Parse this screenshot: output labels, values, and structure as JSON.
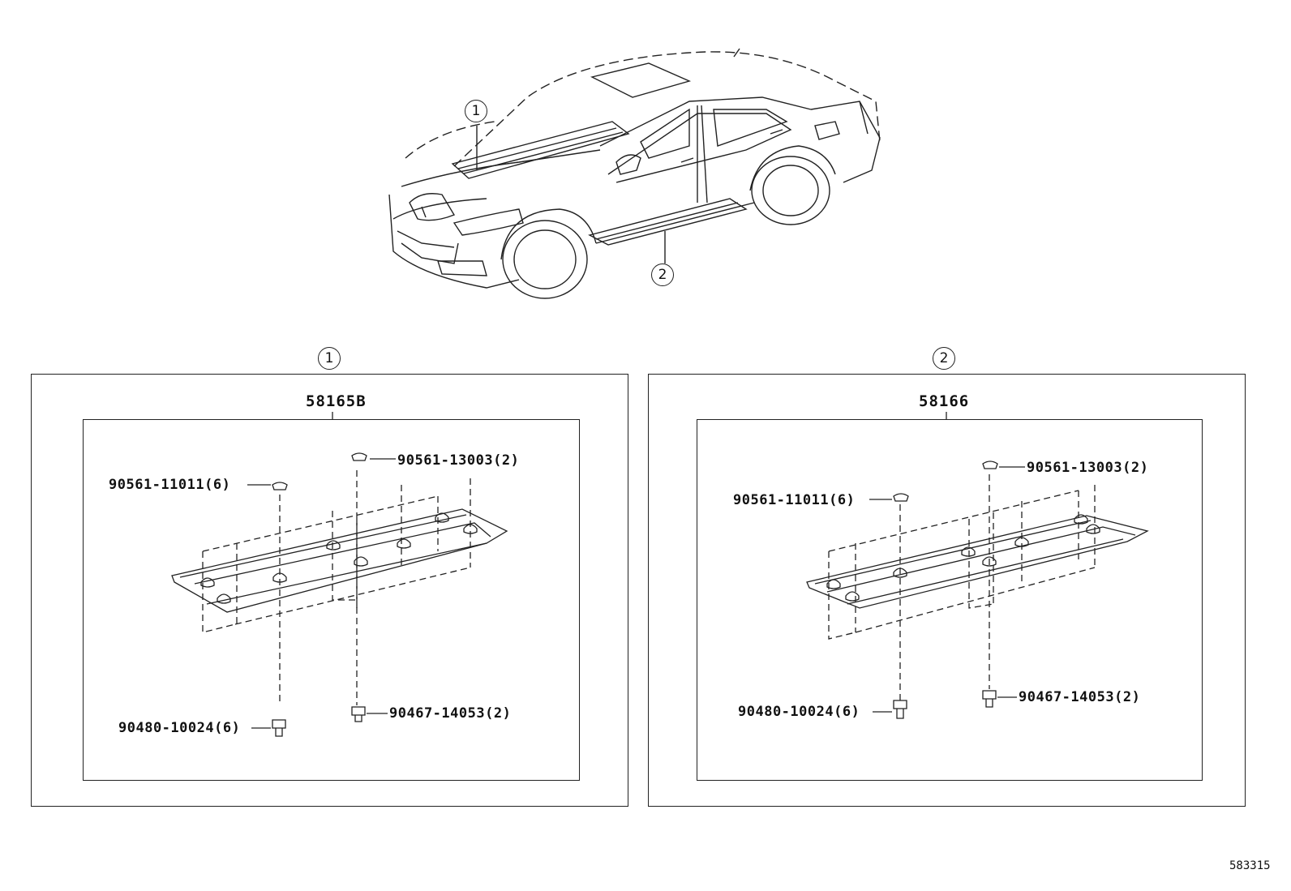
{
  "car_callouts": {
    "c1": "1",
    "c2": "2"
  },
  "panel1": {
    "index": "1",
    "assembly": "58165B",
    "parts": [
      {
        "number": "90561-11011",
        "qty": "(6)"
      },
      {
        "number": "90561-13003",
        "qty": "(2)"
      },
      {
        "number": "90480-10024",
        "qty": "(6)"
      },
      {
        "number": "90467-14053",
        "qty": "(2)"
      }
    ]
  },
  "panel2": {
    "index": "2",
    "assembly": "58166",
    "parts": [
      {
        "number": "90561-11011",
        "qty": "(6)"
      },
      {
        "number": "90561-13003",
        "qty": "(2)"
      },
      {
        "number": "90480-10024",
        "qty": "(6)"
      },
      {
        "number": "90467-14053",
        "qty": "(2)"
      }
    ]
  },
  "diagram_ref": "583315",
  "icons": [
    "clip-icon",
    "bolt-icon",
    "car-illustration",
    "floor-cover-icon"
  ]
}
